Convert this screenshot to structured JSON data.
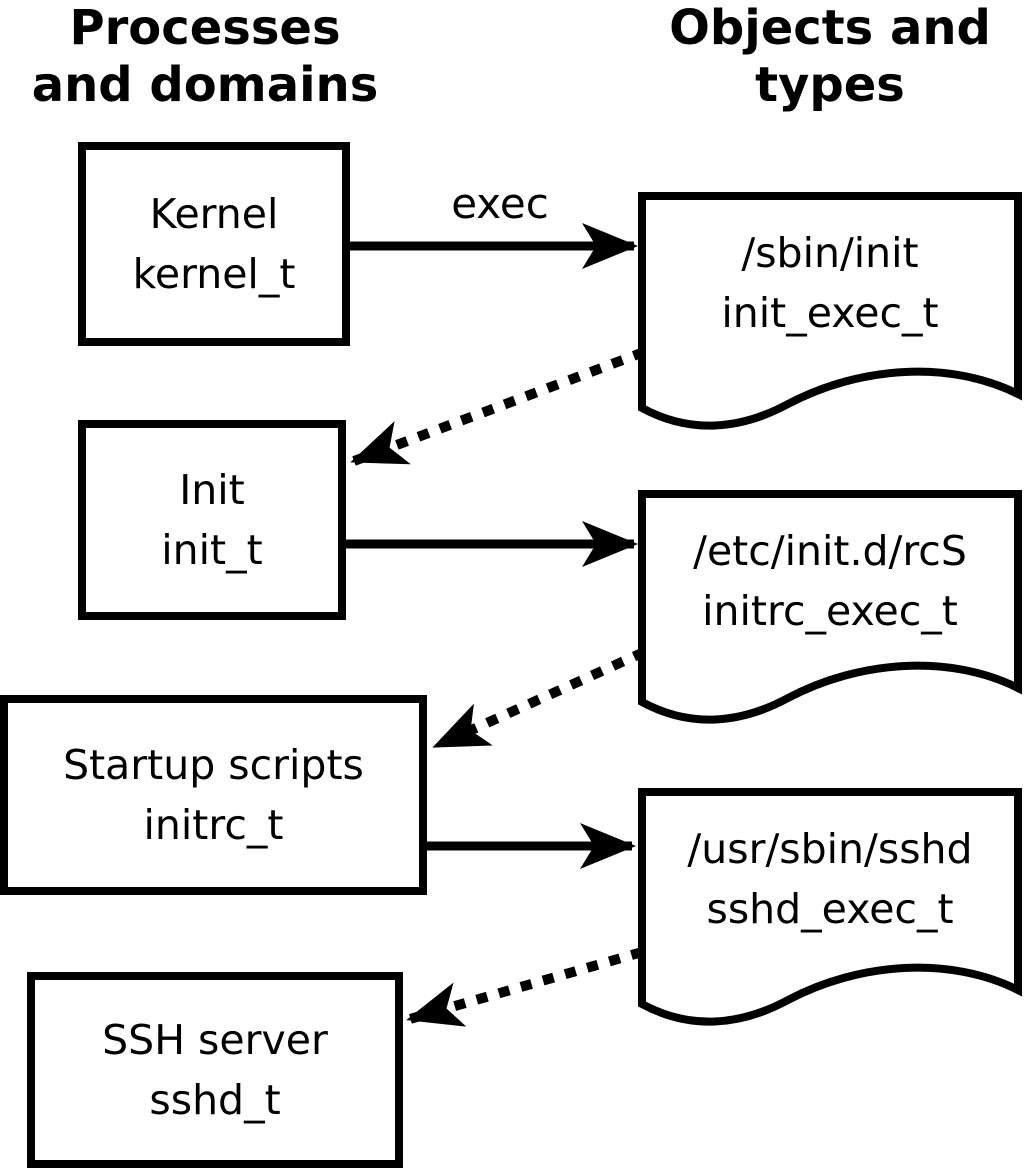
{
  "diagram": {
    "columns": {
      "left": {
        "line1": "Processes",
        "line2": "and domains"
      },
      "right": {
        "line1": "Objects and",
        "line2": "types"
      }
    },
    "edge_labels": {
      "exec": "exec"
    },
    "processes": [
      {
        "name": "Kernel",
        "type": "kernel_t"
      },
      {
        "name": "Init",
        "type": "init_t"
      },
      {
        "name": "Startup scripts",
        "type": "initrc_t"
      },
      {
        "name": "SSH server",
        "type": "sshd_t"
      }
    ],
    "objects": [
      {
        "path": "/sbin/init",
        "type": "init_exec_t"
      },
      {
        "path": "/etc/init.d/rcS",
        "type": "initrc_exec_t"
      },
      {
        "path": "/usr/sbin/sshd",
        "type": "sshd_exec_t"
      }
    ],
    "colors": {
      "foreground": "#000000",
      "background": "#ffffff"
    }
  }
}
